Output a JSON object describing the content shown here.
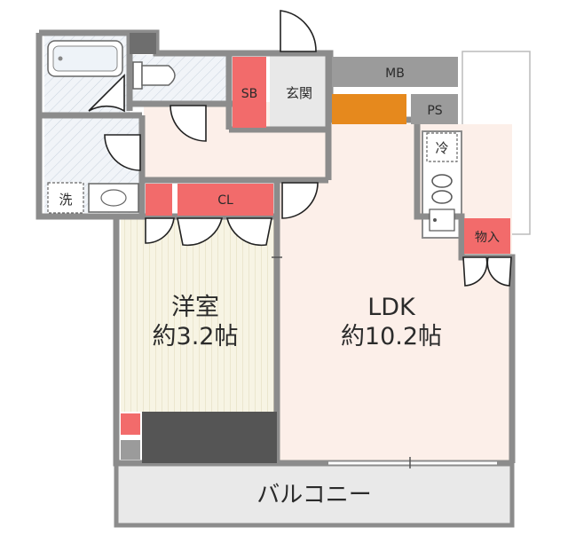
{
  "rooms": {
    "ldk_name": "LDK",
    "ldk_size": "約10.2帖",
    "western_name": "洋室",
    "western_size": "約3.2帖",
    "balcony": "バルコニー",
    "entrance": "玄関",
    "shoebox": "SB",
    "closet": "CL",
    "mb": "MB",
    "ps": "PS",
    "storage": "物入",
    "fridge": "冷",
    "washer": "洗"
  },
  "colors": {
    "wall": "#8c8c8c",
    "wall_dark": "#555555",
    "ldk_floor": "#fcefe9",
    "corridor_floor": "#fcefe9",
    "western_floor": "#f7f4e4",
    "wet_floor": "#f1f4f8",
    "storage_red": "#f26b6b",
    "mb_gray": "#9b9b9b",
    "mb_orange": "#e6891d",
    "balcony_floor": "#e9e9e9"
  }
}
